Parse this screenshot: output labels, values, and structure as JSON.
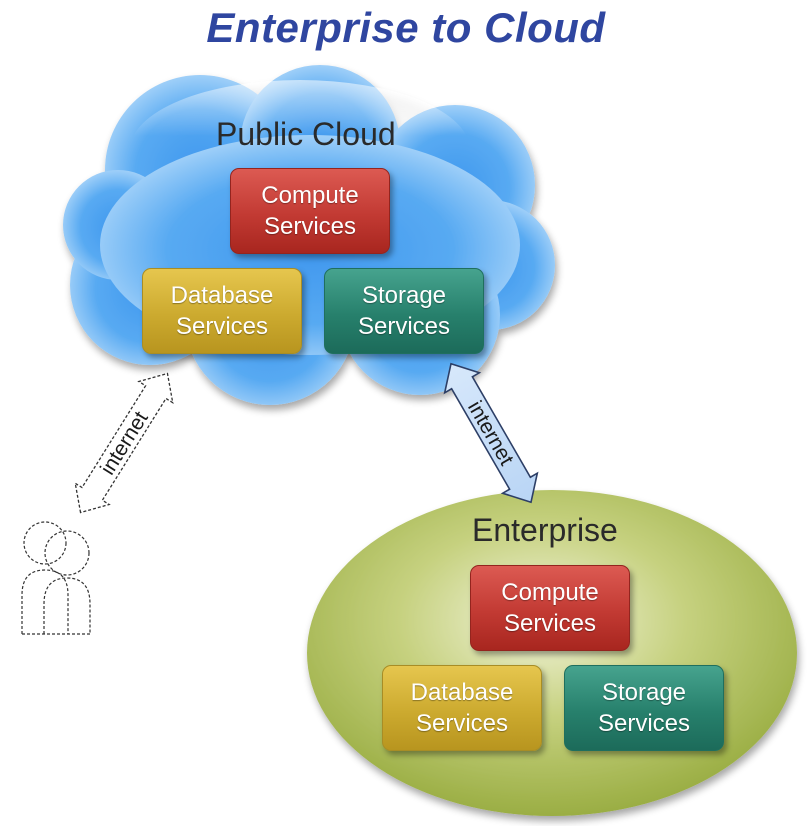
{
  "title": "Enterprise to Cloud",
  "colors": {
    "title": "#2f46a0",
    "cloud": "#4a9ff0",
    "enterprise": "#a8bb50",
    "compute": "#c23a33",
    "database": "#ccaa2f",
    "storage": "#27806c"
  },
  "public_cloud": {
    "label": "Public Cloud",
    "compute": {
      "line1": "Compute",
      "line2": "Services"
    },
    "database": {
      "line1": "Database",
      "line2": "Services"
    },
    "storage": {
      "line1": "Storage",
      "line2": "Services"
    }
  },
  "enterprise": {
    "label": "Enterprise",
    "compute": {
      "line1": "Compute",
      "line2": "Services"
    },
    "database": {
      "line1": "Database",
      "line2": "Services"
    },
    "storage": {
      "line1": "Storage",
      "line2": "Services"
    }
  },
  "links": {
    "user_to_cloud": "internet",
    "enterprise_to_cloud": "internet"
  },
  "icons": {
    "user": "users-outline-icon",
    "cloud": "cloud-shape",
    "enterprise": "ellipse-shape"
  }
}
